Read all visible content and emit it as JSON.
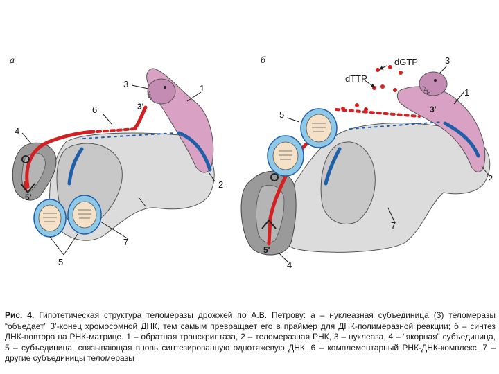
{
  "panels": {
    "a": "а",
    "b": "б"
  },
  "labels_a": {
    "l1": "1",
    "l2": "2",
    "l3": "3",
    "l3p": "3'",
    "l4": "4",
    "l5": "5",
    "l5p": "5'",
    "l6": "6",
    "l7": "7"
  },
  "labels_b": {
    "l1": "1",
    "l2": "2",
    "l3": "3",
    "l3p": "3'",
    "l4": "4",
    "l5": "5",
    "l5p": "5'",
    "l7": "7",
    "dgtp": "dGTP",
    "dttp": "dTTP"
  },
  "caption": {
    "fig": "Рис. 4.",
    "text": " Гипотетическая структура теломеразы дрожжей по А.В. Петрову: а – нуклеазная субъединица (3) теломеразы “объедает” 3’-конец хромосомной ДНК, тем самым превращает его в праймер для ДНК-полимеразной реакции; б – синтез ДНК-повтора на РНК-матрице. 1 – обратная транскриптаза, 2 – теломеразная РНК, 3 – нуклеаза, 4 – “якорная” субъединица, 5 – субъединица, связывающая вновь синтезированную однотяжевую ДНК, 6 – комплементарный РНК-ДНК-комплекс, 7 – другие субъединицы теломеразы"
  },
  "colors": {
    "red_dna": "#d42020",
    "blue_rna": "#1f5fa8",
    "pink": "#d9a2c4",
    "gray_body": "#dcdcdc",
    "gray_dark": "#9a9a9a",
    "cyan": "#8ec8e6"
  }
}
